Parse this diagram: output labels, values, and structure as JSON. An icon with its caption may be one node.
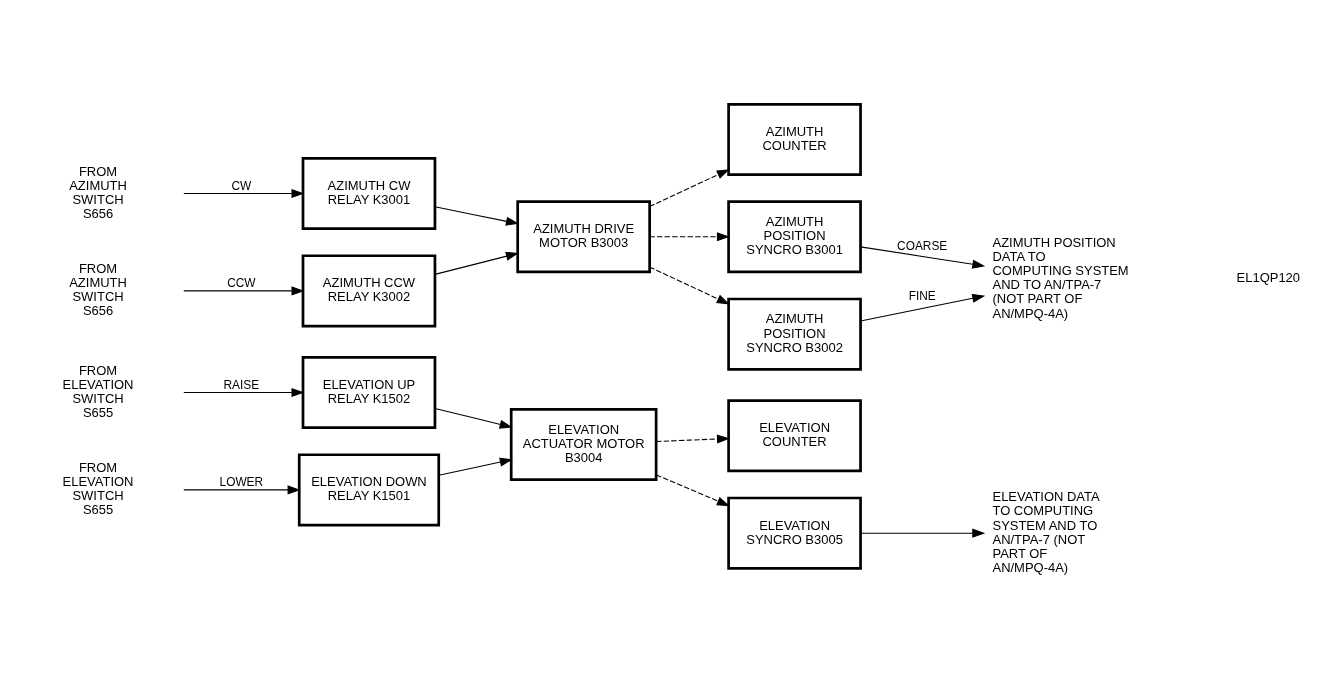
{
  "diagram": {
    "nodes": [
      {
        "text": [
          "FROM ELEVATION SWITCH S655"
        ]
      },
      {
        "text": [
          "FROM ELEVATION SWITCH S655"
        ]
      },
      {
        "text": [
          "ELEVATION UP RELAY K1502"
        ]
      },
      {
        "text": [
          "ELEVATION DOWN RELAY K1501"
        ]
      },
      {
        "text": [
          "ELEVATION ACTUATOR MOTOR B3004"
        ]
      },
      {
        "text": [
          "ELEVATION COUNTER"
        ]
      },
      {
        "text": [
          "ELEVATION SYNCRO B3005"
        ]
      },
      {
        "text": [
          "ELEVATION DATA TO COMPUTING SYSTEM AND TO AN/TPA-7 (NOT PART OF AN/MPQ-4A)"
        ]
      },
      {
        "text": [
          "FROM AZIMUTH SWITCH S656"
        ]
      },
      {
        "text": [
          "FROM AZIMUTH SWITCH S656"
        ]
      },
      {
        "text": [
          "AZIMUTH CW RELAY K3001"
        ]
      },
      {
        "text": [
          "AZIMUTH CCW RELAY K3002"
        ]
      },
      {
        "text": [
          "AZIMUTH DRIVE MOTOR B3003"
        ]
      },
      {
        "text": [
          "AZIMUTH COUNTER"
        ]
      },
      {
        "text": [
          "AZIMUTH POSITION SYNCRO B3001"
        ]
      },
      {
        "text": [
          "AZIMUTH POSITION SYNCRO B3002"
        ]
      },
      {
        "text": [
          "AZIMUTH POSITION DATA TO COMPUTING SYSTEM AND TO AN/TPA-7 (NOT PART OF AN/MPQ-4A)"
        ]
      }
    ],
    "edges": [
      {
        "from": 0,
        "to": 2,
        "arrow": "to",
        "label": "RAISE"
      },
      {
        "from": 1,
        "to": 3,
        "arrow": "to",
        "label": "LOWER"
      },
      {
        "from": 2,
        "to": 4,
        "arrow": "to"
      },
      {
        "from": 3,
        "to": 4,
        "arrow": "to"
      },
      {
        "from": 4,
        "to": 5,
        "arrow": "to",
        "style": "dashed"
      },
      {
        "from": 4,
        "to": 6,
        "arrow": "to",
        "style": "dashed"
      },
      {
        "from": 6,
        "to": 7,
        "arrow": "to"
      },
      {
        "from": 8,
        "to": 10,
        "arrow": "to",
        "label": "CW"
      },
      {
        "from": 9,
        "to": 11,
        "arrow": "to",
        "label": "CCW"
      },
      {
        "from": 10,
        "to": 12,
        "arrow": "to"
      },
      {
        "from": 11,
        "to": 12,
        "arrow": "to"
      },
      {
        "from": 12,
        "to": 13,
        "arrow": "to",
        "style": "dashed"
      },
      {
        "from": 12,
        "to": 14,
        "arrow": "to",
        "style": "dashed"
      },
      {
        "from": 12,
        "to": 15,
        "arrow": "to",
        "style": "dashed"
      },
      {
        "from": 14,
        "to": 16,
        "arrow": "to",
        "label": "COARSE"
      },
      {
        "from": 15,
        "to": 16,
        "arrow": "to",
        "label": "FINE"
      }
    ],
    "labels": [
      "EL1QP120"
    ]
  }
}
